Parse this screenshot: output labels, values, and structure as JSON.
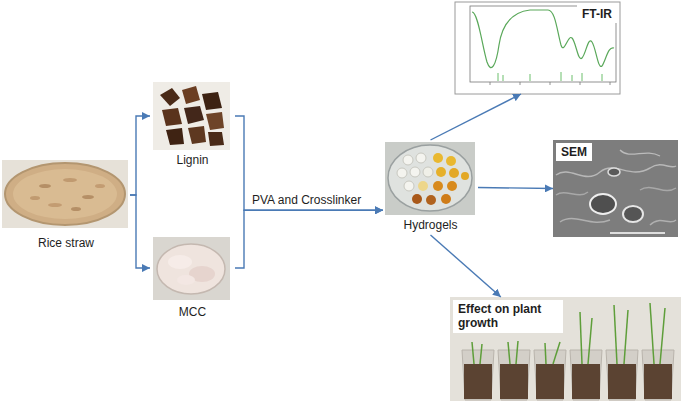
{
  "diagram": {
    "nodes": [
      {
        "text": [
          "Rice straw"
        ]
      },
      {
        "text": [
          "Lignin"
        ]
      },
      {
        "text": [
          "MCC"
        ]
      },
      {
        "text": [
          "Hydrogels"
        ]
      },
      {
        "text": [
          "FT-IR"
        ]
      },
      {
        "text": [
          "SEM"
        ]
      },
      {
        "text": [
          "Effect on plant growth"
        ]
      }
    ],
    "edges": [
      {
        "from": 0,
        "to": 1,
        "arrow": "to"
      },
      {
        "from": 0,
        "to": 2,
        "arrow": "to"
      },
      {
        "from": 1,
        "to": 3,
        "arrow": "to",
        "label": "PVA and Crosslinker"
      },
      {
        "from": 2,
        "to": 3,
        "arrow": "to"
      },
      {
        "from": 3,
        "to": 4,
        "arrow": "to"
      },
      {
        "from": 3,
        "to": 5,
        "arrow": "to"
      },
      {
        "from": 3,
        "to": 6,
        "arrow": "to"
      }
    ]
  }
}
